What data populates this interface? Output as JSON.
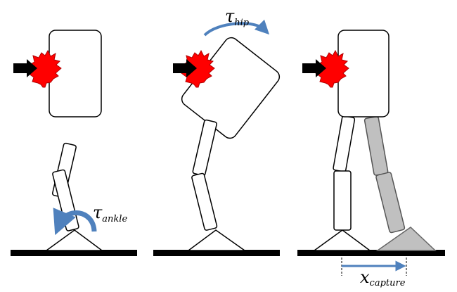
{
  "labels": {
    "tau_symbol": "τ",
    "hip_sub": "hip",
    "ankle_sub": "ankle",
    "x_symbol": "x",
    "capture_sub": "capture"
  },
  "colors": {
    "arrow_blue": "#4f81bd",
    "impact_red": "#ff0000",
    "push_arrow": "#000000",
    "stepping_leg": "#c0c0c0",
    "outline": "#000000",
    "ground": "#000000"
  },
  "panels": [
    "ankle-strategy",
    "hip-strategy",
    "stepping-strategy"
  ]
}
